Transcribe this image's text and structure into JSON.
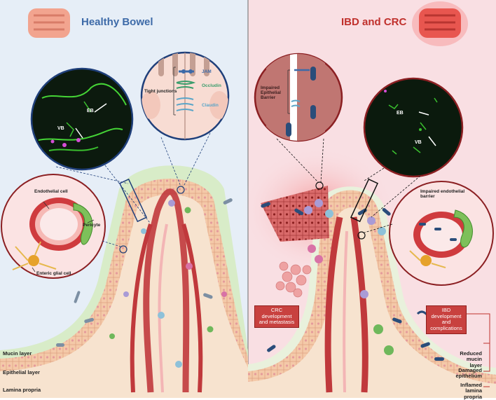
{
  "left_panel": {
    "title": "Healthy Bowel",
    "inset_micro": {
      "eb": "EB",
      "vb": "VB"
    },
    "inset_tj": {
      "tight_junctions": "Tight junctions",
      "jam": "JAM",
      "occludin": "Occludin",
      "claudin": "Claudin"
    },
    "inset_vessel": {
      "endothelial_cell": "Endothelial cell",
      "pericyte": "Pericyte",
      "enteric_glial_cell": "Enteric glial cell"
    },
    "layers": [
      "Mucin layer",
      "Epithelial layer",
      "Lamina propria"
    ]
  },
  "right_panel": {
    "title": "IBD and CRC",
    "inset_barrier": {
      "label": "Impaired Epithelial Barrier"
    },
    "inset_micro": {
      "eb": "EB",
      "vb": "VB"
    },
    "inset_vessel": {
      "label": "Impaired endothelial barrier"
    },
    "crc_box": "CRC development and metastasis",
    "ibd_box": "IBD development and complications",
    "changes": [
      "Reduced mucin layer",
      "Damaged epithelium",
      "Inflamed lamina propria"
    ]
  },
  "colors": {
    "left_bg": "#e6eef7",
    "right_bg": "#f9dfe3",
    "left_title": "#3d6aa8",
    "right_title": "#c0302c",
    "box_red": "#c8413f",
    "claudin": "#5aa5c8",
    "occludin": "#3a9d6c",
    "jam": "#3d6aa8"
  }
}
